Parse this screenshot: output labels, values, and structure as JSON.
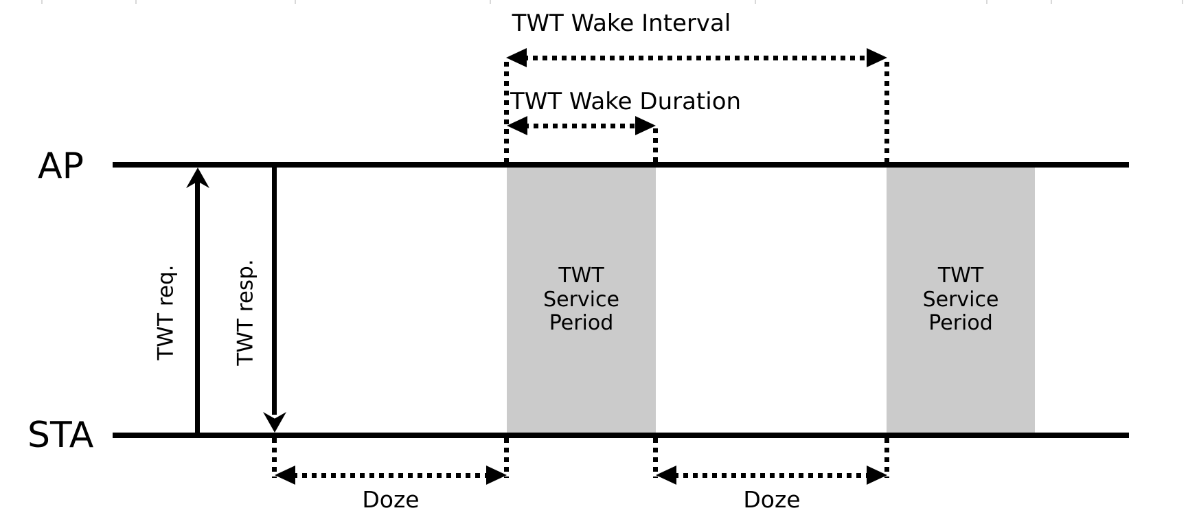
{
  "diagram": {
    "ap_label": "AP",
    "sta_label": "STA",
    "req_label": "TWT req.",
    "resp_label": "TWT resp.",
    "wake_interval_label": "TWT Wake Interval",
    "wake_duration_label": "TWT Wake Duration",
    "doze_labels": [
      "Doze",
      "Doze"
    ],
    "service_periods": [
      "TWT\nService\nPeriod",
      "TWT\nService\nPeriod"
    ],
    "colors": {
      "line": "#000000",
      "text": "#000000",
      "service_fill": "#cbcbcb",
      "background": "#ffffff"
    }
  }
}
